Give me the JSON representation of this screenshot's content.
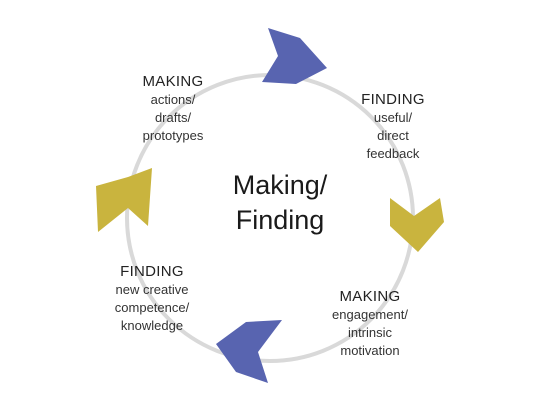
{
  "center": {
    "line1": "Making/",
    "line2": "Finding"
  },
  "stages": [
    {
      "heading": "MAKING",
      "lines": [
        "actions/",
        "drafts/",
        "prototypes"
      ]
    },
    {
      "heading": "FINDING",
      "lines": [
        "useful/",
        "direct",
        "feedback"
      ]
    },
    {
      "heading": "MAKING",
      "lines": [
        "engagement/",
        "intrinsic",
        "motivation"
      ]
    },
    {
      "heading": "FINDING",
      "lines": [
        "new creative",
        "competence/",
        "knowledge"
      ]
    }
  ],
  "colors": {
    "ring": "#d9d9d9",
    "blue_arrow": "#5864b0",
    "gold_arrow": "#c9b43e",
    "text": "#333333"
  },
  "arrows": [
    {
      "color": "blue-arrow",
      "icon": "chevron-right-icon"
    },
    {
      "color": "gold-arrow",
      "icon": "chevron-down-icon"
    },
    {
      "color": "blue-arrow",
      "icon": "chevron-left-icon"
    },
    {
      "color": "gold-arrow",
      "icon": "chevron-up-icon"
    }
  ]
}
